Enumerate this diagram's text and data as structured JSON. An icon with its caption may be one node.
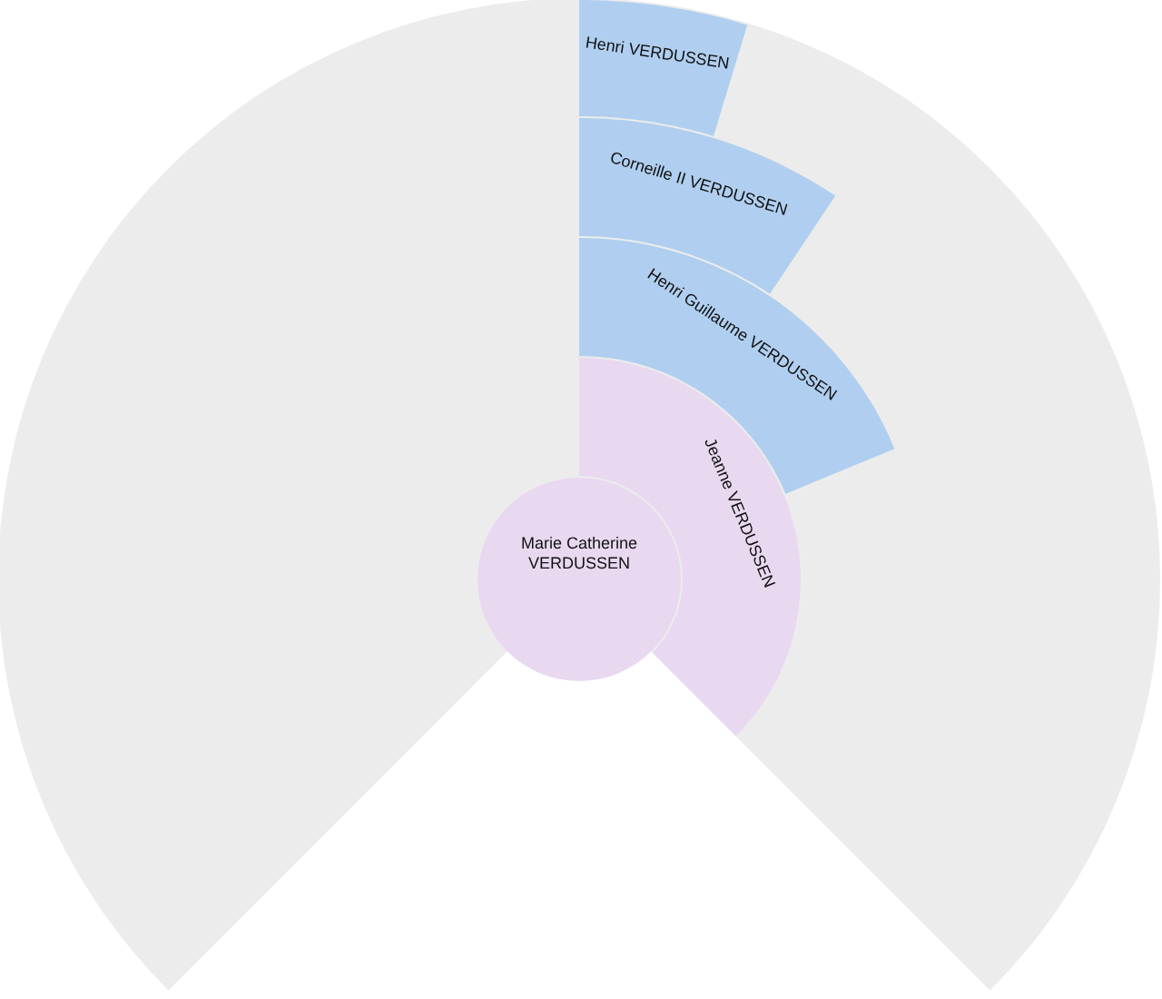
{
  "diagram": {
    "nodes": [
      {
        "text": [
          "Marie Catherine VERDUSSEN"
        ]
      },
      {
        "text": [
          "Jeanne VERDUSSEN"
        ]
      },
      {
        "text": [
          "Henri Guillaume VERDUSSEN"
        ]
      },
      {
        "text": [
          "Corneille II VERDUSSEN"
        ]
      },
      {
        "text": [
          "Henri VERDUSSEN"
        ]
      }
    ]
  }
}
